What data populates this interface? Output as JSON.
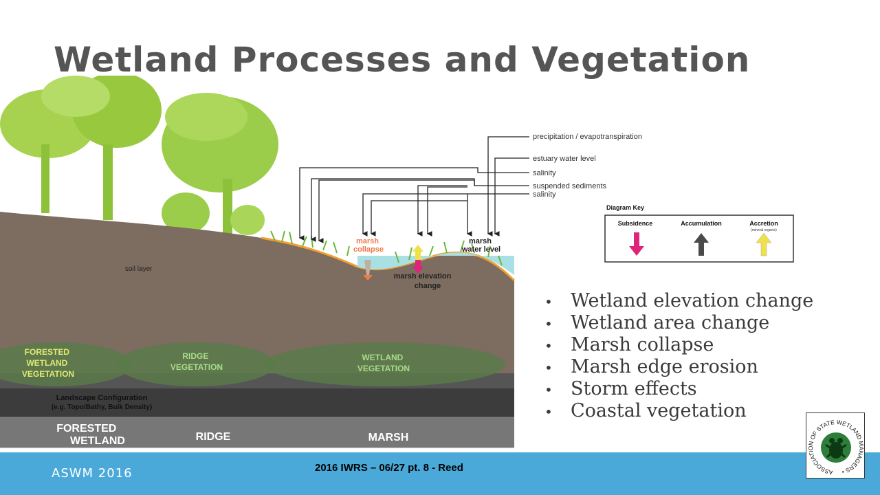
{
  "title": "Wetland Processes and Vegetation",
  "diagram": {
    "inputs": [
      "precipitation / evapotranspiration",
      "estuary water level",
      "salinity",
      "suspended sediments",
      "salinity"
    ],
    "marsh_collapse": "marsh collapse",
    "marsh_water_level": "marsh water level",
    "marsh_elevation_change": "marsh elevation change",
    "soil_layer": "soil layer",
    "vegetation_zones": [
      "FORESTED WETLAND VEGETATION",
      "RIDGE VEGETATION",
      "WETLAND VEGETATION"
    ],
    "landscape_config": [
      "Landscape Configuration",
      "(e.g. Topo/Bathy, Bulk Density)"
    ],
    "zones": [
      "FORESTED WETLAND",
      "RIDGE",
      "MARSH"
    ],
    "key": {
      "title": "Diagram Key",
      "items": [
        "Subsidence",
        "Accumulation",
        "Accretion"
      ],
      "accretion_note": "(mineral organic)"
    },
    "colors": {
      "subsidence": "#e0237a",
      "accumulation": "#4a4a4a",
      "accretion": "#f0e04a",
      "tree": "#9acd4a",
      "water": "#a8e0e4",
      "soil": "#7a6a5e",
      "marsh_collapse": "#f07a4a"
    }
  },
  "bullets": [
    "Wetland elevation change",
    "Wetland area change",
    "Marsh collapse",
    "Marsh edge erosion",
    "Storm effects",
    "Coastal vegetation"
  ],
  "footer": {
    "left": "ASWM 2016",
    "center": "2016 IWRS – 06/27 pt. 8 - Reed"
  },
  "logo": {
    "text": "ASSOCIATION OF STATE WETLAND MANAGERS"
  }
}
